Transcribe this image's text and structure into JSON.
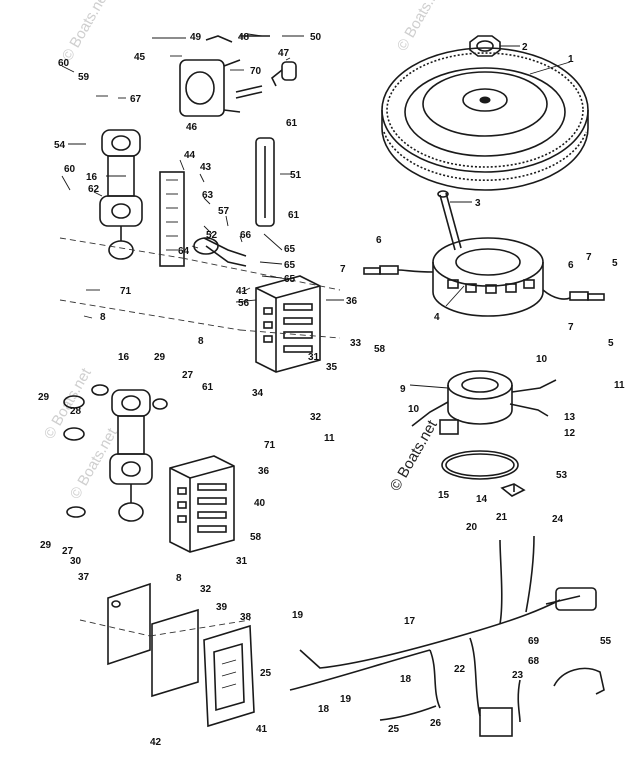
{
  "diagram": {
    "watermark_text": "© Boats.net",
    "callouts": {
      "c1": "1",
      "c2": "2",
      "c3": "3",
      "c4": "4",
      "c5a": "5",
      "c5b": "5",
      "c6a": "6",
      "c6b": "6",
      "c7a": "7",
      "c7b": "7",
      "c7c": "7",
      "c8a": "8",
      "c8b": "8",
      "c8c": "8",
      "c9": "9",
      "c10a": "10",
      "c10b": "10",
      "c11a": "11",
      "c11b": "11",
      "c12": "12",
      "c13": "13",
      "c14": "14",
      "c15": "15",
      "c16a": "16",
      "c16b": "16",
      "c17": "17",
      "c18a": "18",
      "c18b": "18",
      "c19a": "19",
      "c19b": "19",
      "c20": "20",
      "c21": "21",
      "c22": "22",
      "c23": "23",
      "c24": "24",
      "c25a": "25",
      "c25b": "25",
      "c26": "26",
      "c27a": "27",
      "c27b": "27",
      "c28": "28",
      "c29a": "29",
      "c29b": "29",
      "c29c": "29",
      "c30": "30",
      "c31a": "31",
      "c31b": "31",
      "c32a": "32",
      "c32b": "32",
      "c33": "33",
      "c34": "34",
      "c35": "35",
      "c36a": "36",
      "c36b": "36",
      "c37": "37",
      "c38": "38",
      "c39": "39",
      "c40": "40",
      "c41a": "41",
      "c41b": "41",
      "c42": "42",
      "c43": "43",
      "c44": "44",
      "c45": "45",
      "c46": "46",
      "c47": "47",
      "c48": "48",
      "c49": "49",
      "c50": "50",
      "c51": "51",
      "c52": "52",
      "c53": "53",
      "c54": "54",
      "c55": "55",
      "c56": "56",
      "c57": "57",
      "c58a": "58",
      "c58b": "58",
      "c59": "59",
      "c60a": "60",
      "c60b": "60",
      "c61a": "61",
      "c61b": "61",
      "c61c": "61",
      "c62": "62",
      "c63": "63",
      "c64": "64",
      "c65a": "65",
      "c65b": "65",
      "c65c": "65",
      "c66": "66",
      "c67": "67",
      "c68": "68",
      "c69": "69",
      "c70": "70",
      "c71a": "71",
      "c71b": "71"
    }
  }
}
